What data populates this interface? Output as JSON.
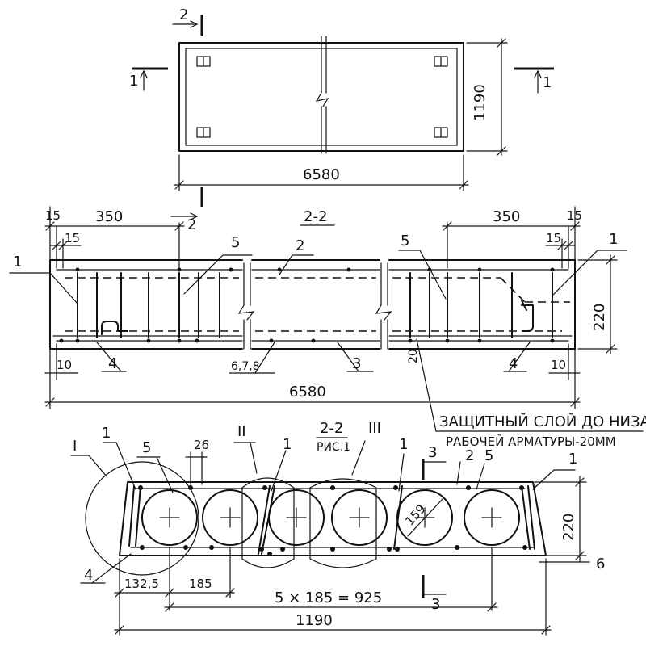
{
  "plan": {
    "width_dim": "6580",
    "height_dim": "1190",
    "section_2_top": "2",
    "section_1_left": "1",
    "section_1_right": "1"
  },
  "section_2_2": {
    "title": "2-2",
    "left_edge_dim": "15",
    "left_dim_350": "350",
    "left_dim_15": "15",
    "right_edge_dim": "15",
    "right_dim_350": "350",
    "right_dim_15": "15",
    "height_dim": "220",
    "bottom_left_10": "10",
    "bottom_right_10": "10",
    "total_length": "6580",
    "cut_mark": "2",
    "label_1_left": "1",
    "label_1_right": "1",
    "label_2": "2",
    "label_3": "3",
    "label_4_left": "4",
    "label_4_right": "4",
    "label_5_left": "5",
    "label_5_right": "5",
    "label_678": "6,7,8",
    "label_20": "20"
  },
  "note": {
    "line1": "ЗАЩИТНЫЙ СЛОЙ ДО НИЗА",
    "line2": "РАБОЧЕЙ АРМАТУРЫ-20ММ"
  },
  "section_1_1": {
    "ref_title": "2-2",
    "ref_sub": "РИС.1",
    "node_I": "I",
    "node_II": "II",
    "node_III": "III",
    "label_1a": "1",
    "label_1b": "1",
    "label_1c": "1",
    "label_1d": "1",
    "label_2": "2",
    "label_3_top": "3",
    "label_3_bottom": "3",
    "label_4": "4",
    "label_5a": "5",
    "label_5b": "5",
    "label_6": "6",
    "dim_26": "26",
    "dim_159": "159",
    "dim_220": "220",
    "dim_132_5": "132,5",
    "dim_185": "185",
    "dim_925": "5 × 185 = 925",
    "dim_1190": "1190"
  }
}
